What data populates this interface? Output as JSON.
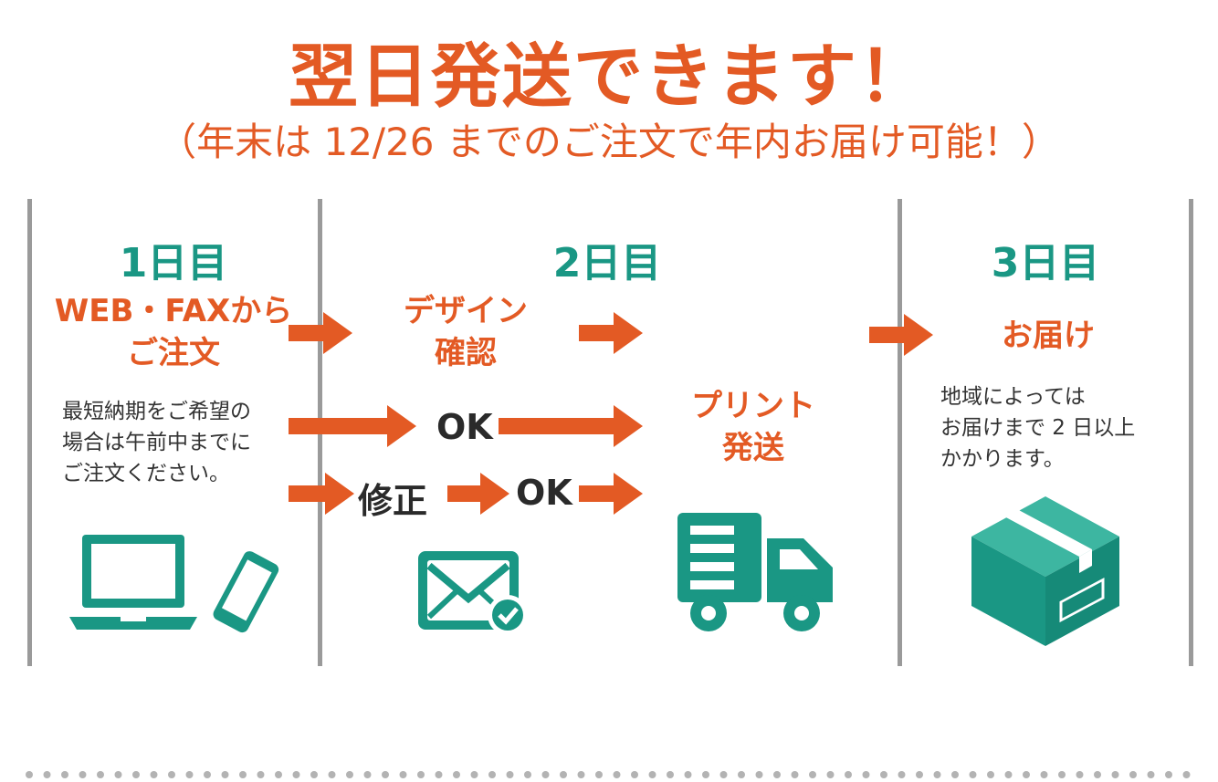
{
  "header": {
    "title": "翌日発送できます！",
    "subtitle": "（年末は 12/26 までのご注文で年内お届け可能！）"
  },
  "day1": {
    "label": "1日目",
    "step_line1": "WEB・FAXから",
    "step_line2": "ご注文",
    "note_line1": "最短納期をご希望の",
    "note_line2": "場合は午前中までに",
    "note_line3": "ご注文ください。",
    "icons": [
      "laptop-icon",
      "smartphone-icon"
    ]
  },
  "day2": {
    "label": "2日目",
    "design_line1": "デザイン",
    "design_line2": "確認",
    "ok_label": "OK",
    "fix_label": "修正",
    "ok2_label": "OK",
    "print_line1": "プリント",
    "print_line2": "発送",
    "icons": [
      "mail-check-icon",
      "truck-icon"
    ]
  },
  "day3": {
    "label": "3日目",
    "step": "お届け",
    "note_line1": "地域によっては",
    "note_line2": "お届けまで 2 日以上",
    "note_line3": "かかります。",
    "icons": [
      "box-icon"
    ]
  },
  "colors": {
    "accent": "#e35a24",
    "teal": "#1a9784",
    "divider": "#9a9a9a"
  }
}
